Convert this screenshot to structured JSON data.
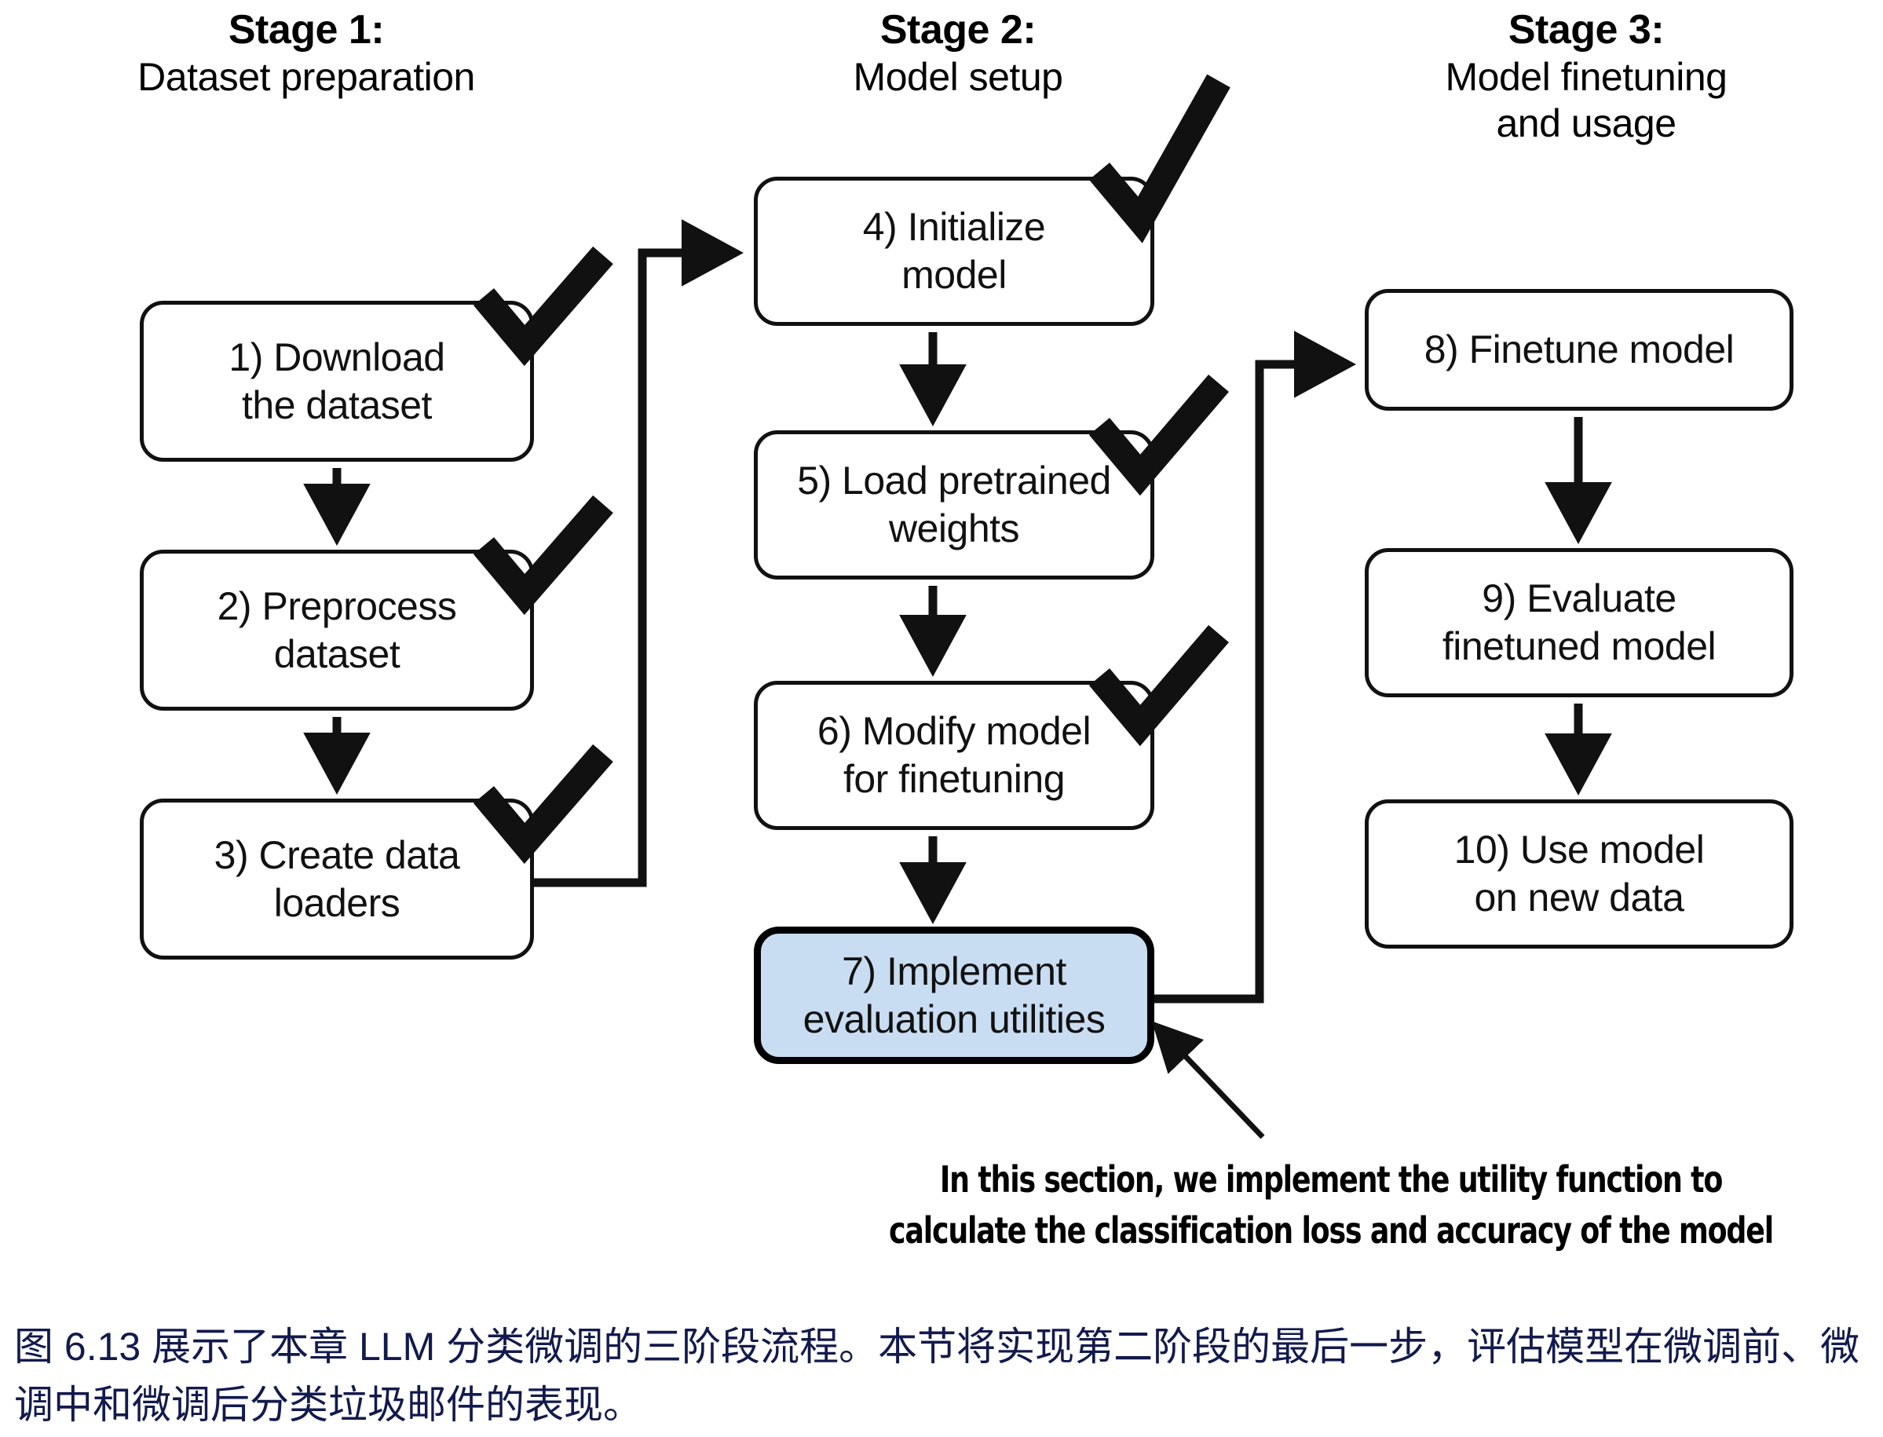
{
  "figure": {
    "stages": [
      {
        "id": "stage-1",
        "title": "Stage 1:",
        "subtitle": "Dataset preparation"
      },
      {
        "id": "stage-2",
        "title": "Stage 2:",
        "subtitle": "Model setup"
      },
      {
        "id": "stage-3",
        "title": "Stage 3:",
        "subtitle": "Model finetuning\nand usage"
      }
    ],
    "nodes": [
      {
        "id": "node-1",
        "number": "1)",
        "label": "1) Download\nthe dataset",
        "stage": "stage-1",
        "completed": true,
        "highlighted": false
      },
      {
        "id": "node-2",
        "number": "2)",
        "label": "2) Preprocess\ndataset",
        "stage": "stage-1",
        "completed": true,
        "highlighted": false
      },
      {
        "id": "node-3",
        "number": "3)",
        "label": "3) Create data\nloaders",
        "stage": "stage-1",
        "completed": true,
        "highlighted": false
      },
      {
        "id": "node-4",
        "number": "4)",
        "label": "4) Initialize\nmodel",
        "stage": "stage-2",
        "completed": true,
        "highlighted": false
      },
      {
        "id": "node-5",
        "number": "5)",
        "label": "5) Load pretrained\nweights",
        "stage": "stage-2",
        "completed": true,
        "highlighted": false
      },
      {
        "id": "node-6",
        "number": "6)",
        "label": "6) Modify model\nfor finetuning",
        "stage": "stage-2",
        "completed": true,
        "highlighted": false
      },
      {
        "id": "node-7",
        "number": "7)",
        "label": "7) Implement\nevaluation utilities",
        "stage": "stage-2",
        "completed": false,
        "highlighted": true
      },
      {
        "id": "node-8",
        "number": "8)",
        "label": "8) Finetune model",
        "stage": "stage-3",
        "completed": false,
        "highlighted": false
      },
      {
        "id": "node-9",
        "number": "9)",
        "label": "9) Evaluate\nfinetuned model",
        "stage": "stage-3",
        "completed": false,
        "highlighted": false
      },
      {
        "id": "node-10",
        "number": "10)",
        "label": "10) Use model\non new data",
        "stage": "stage-3",
        "completed": false,
        "highlighted": false
      }
    ],
    "annotation": {
      "line1": "In this section, we implement the utility function to",
      "line2": "calculate the classification loss and accuracy of the model"
    },
    "caption": {
      "line1": "图 6.13 展示了本章 LLM 分类微调的三阶段流程。本节将实现第二阶段的最后一步，评估模型在微调前、微",
      "line2": "调中和微调后分类垃圾邮件的表现。"
    },
    "colors": {
      "highlight_fill": "#c9ddf2",
      "stroke": "#111111",
      "caption_text": "#121a4d",
      "background": "#ffffff"
    },
    "icons": {
      "checkmark": "check-icon",
      "arrow": "arrow-down-icon",
      "pointer": "callout-arrow-icon"
    }
  }
}
